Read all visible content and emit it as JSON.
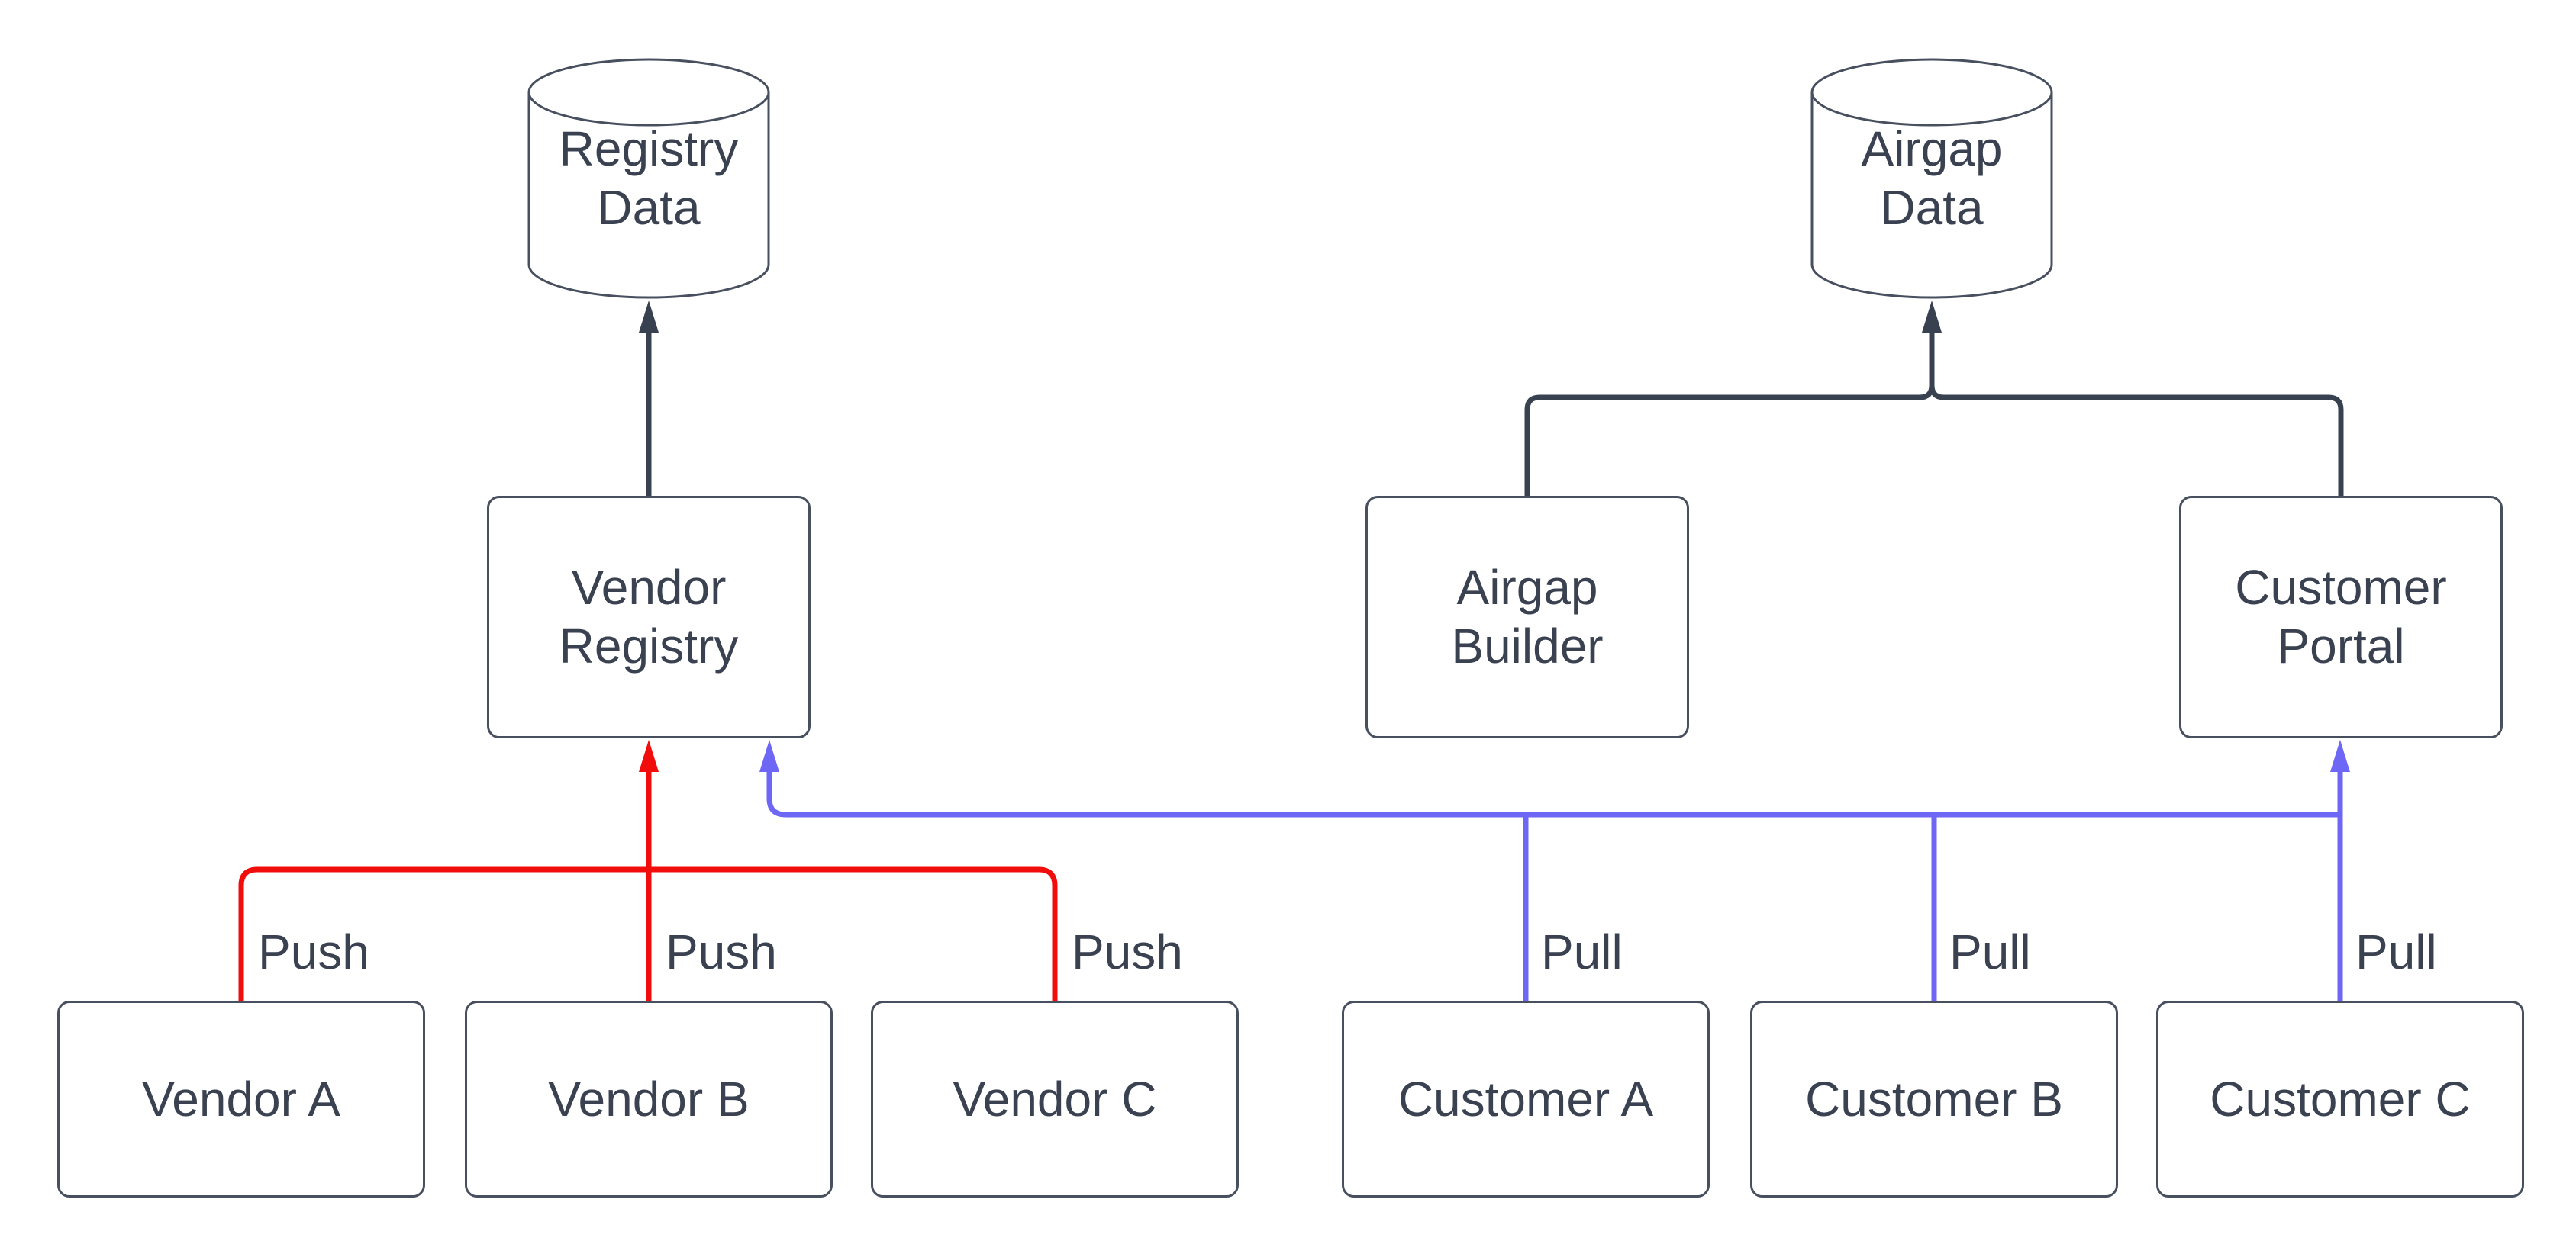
{
  "diagram_type": "flow-diagram",
  "colors": {
    "background": "#ffffff",
    "node_border": "#485060",
    "text": "#3a4150",
    "dark_edge": "#384150",
    "push_edge": "#f20d0d",
    "pull_edge": "#6e67f5"
  },
  "nodes": {
    "cylinders": [
      {
        "id": "registry-data",
        "label": "Registry Data"
      },
      {
        "id": "airgap-data",
        "label": "Airgap Data"
      }
    ],
    "services": [
      {
        "id": "vendor-registry",
        "label": "Vendor Registry"
      },
      {
        "id": "airgap-builder",
        "label": "Airgap Builder"
      },
      {
        "id": "customer-portal",
        "label": "Customer Portal"
      }
    ],
    "vendors": [
      {
        "id": "vendor-a",
        "label": "Vendor A"
      },
      {
        "id": "vendor-b",
        "label": "Vendor B"
      },
      {
        "id": "vendor-c",
        "label": "Vendor C"
      }
    ],
    "customers": [
      {
        "id": "customer-a",
        "label": "Customer A"
      },
      {
        "id": "customer-b",
        "label": "Customer B"
      },
      {
        "id": "customer-c",
        "label": "Customer C"
      }
    ]
  },
  "edge_labels": {
    "push": [
      "Push",
      "Push",
      "Push"
    ],
    "pull": [
      "Pull",
      "Pull",
      "Pull"
    ]
  },
  "edges": {
    "dark": [
      "Vendor Registry -> Registry Data",
      "Airgap Builder -> Airgap Data",
      "Customer Portal -> Airgap Data"
    ],
    "push": [
      "Vendor A -> Vendor Registry",
      "Vendor B -> Vendor Registry",
      "Vendor C -> Vendor Registry"
    ],
    "pull": [
      "Customer A -> Vendor Registry / Customer Portal",
      "Customer B -> Vendor Registry / Customer Portal",
      "Customer C -> Vendor Registry / Customer Portal"
    ]
  }
}
